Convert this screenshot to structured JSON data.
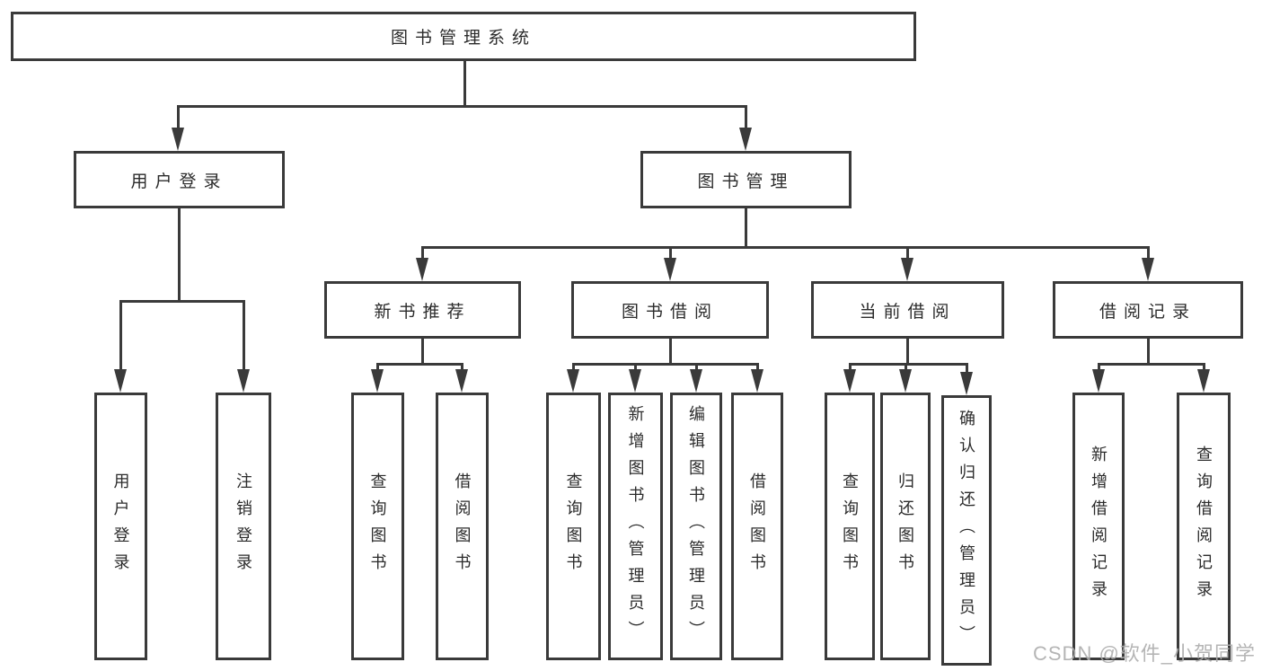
{
  "boxes": {
    "root": "图书管理系统",
    "user_login": "用户登录",
    "book_mgmt": "图书管理",
    "new_book_rec": "新书推荐",
    "book_borrow": "图书借阅",
    "current_borrow": "当前借阅",
    "borrow_records": "借阅记录",
    "leaf_user_login": "用户登录",
    "leaf_logout": "注销登录",
    "leaf_nbr_query": "查询图书",
    "leaf_nbr_borrow": "借阅图书",
    "leaf_bb_query": "查询图书",
    "leaf_bb_add": "新增图书（管理员）",
    "leaf_bb_edit": "编辑图书（管理员）",
    "leaf_bb_borrow": "借阅图书",
    "leaf_cb_query": "查询图书",
    "leaf_cb_return": "归还图书",
    "leaf_cb_confirm": "确认归还（管理员）",
    "leaf_br_add": "新增借阅记录",
    "leaf_br_query": "查询借阅记录"
  },
  "watermark": "CSDN @软件_小贺同学"
}
